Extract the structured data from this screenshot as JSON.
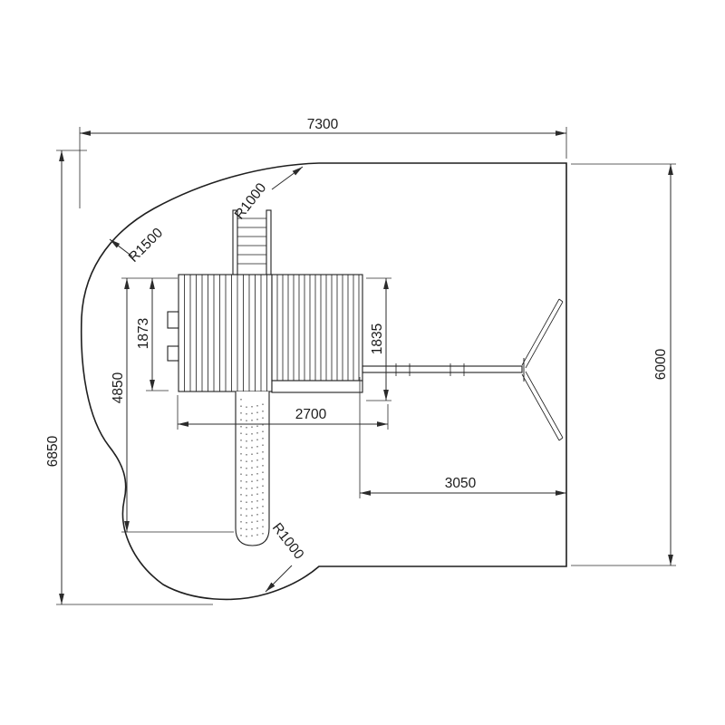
{
  "drawing": {
    "kind": "top-view dimensioned plan of playground structure",
    "colors": {
      "line": "#1f1f1f",
      "background": "#ffffff"
    }
  },
  "dims": {
    "overall_width": "7300",
    "height_right": "6000",
    "height_left": "6850",
    "left_depth_total": "4850",
    "left_depth_deck": "1873",
    "platform_depth": "1835",
    "structure_width": "2700",
    "swing_span": "3050",
    "radius_top": "R1000",
    "radius_bottom": "R1000",
    "radius_left": "R1500"
  }
}
